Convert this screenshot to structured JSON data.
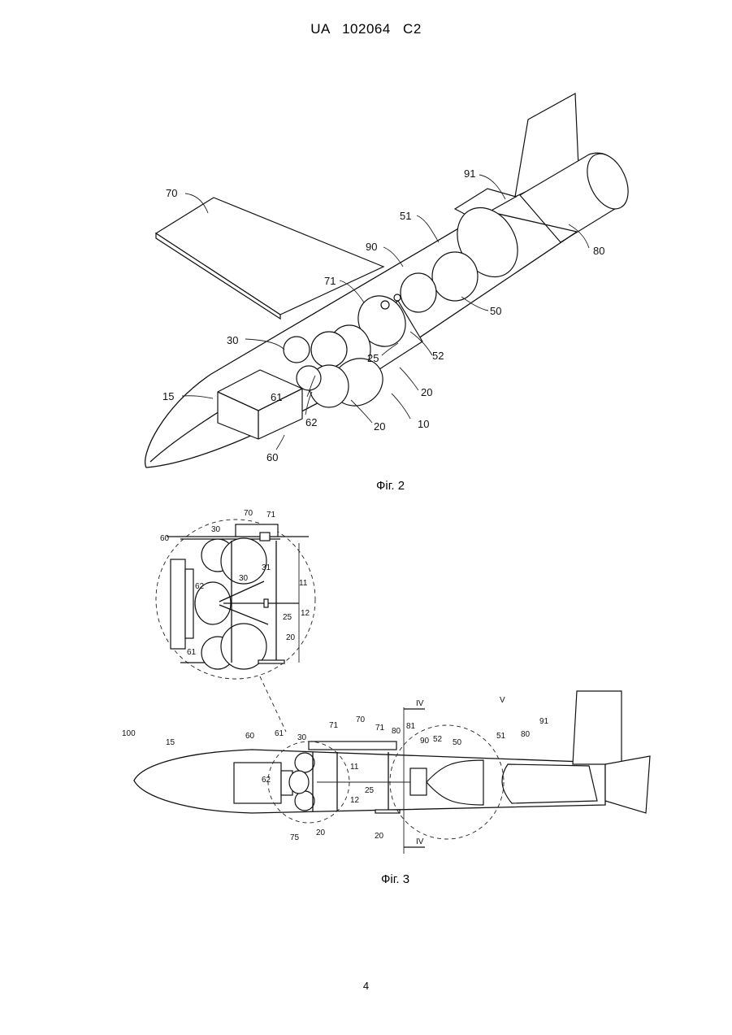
{
  "header": {
    "doc_number": "UA   102064   C2"
  },
  "figure2": {
    "caption": "Фіг. 2",
    "labels": [
      "70",
      "91",
      "51",
      "90",
      "80",
      "71",
      "50",
      "30",
      "25",
      "52",
      "15",
      "61",
      "20",
      "62",
      "20",
      "10",
      "60"
    ]
  },
  "figure3": {
    "caption": "Фіг. 3",
    "detail_labels": [
      "70",
      "71",
      "60",
      "30",
      "31",
      "30",
      "11",
      "62",
      "25",
      "12",
      "20",
      "61"
    ],
    "main_labels": [
      "IV",
      "V",
      "100",
      "15",
      "60",
      "61",
      "30",
      "71",
      "70",
      "71",
      "80",
      "81",
      "90",
      "52",
      "50",
      "51",
      "80",
      "91",
      "11",
      "62",
      "25",
      "12",
      "75",
      "20",
      "20",
      "IV"
    ]
  },
  "page_number": "4"
}
